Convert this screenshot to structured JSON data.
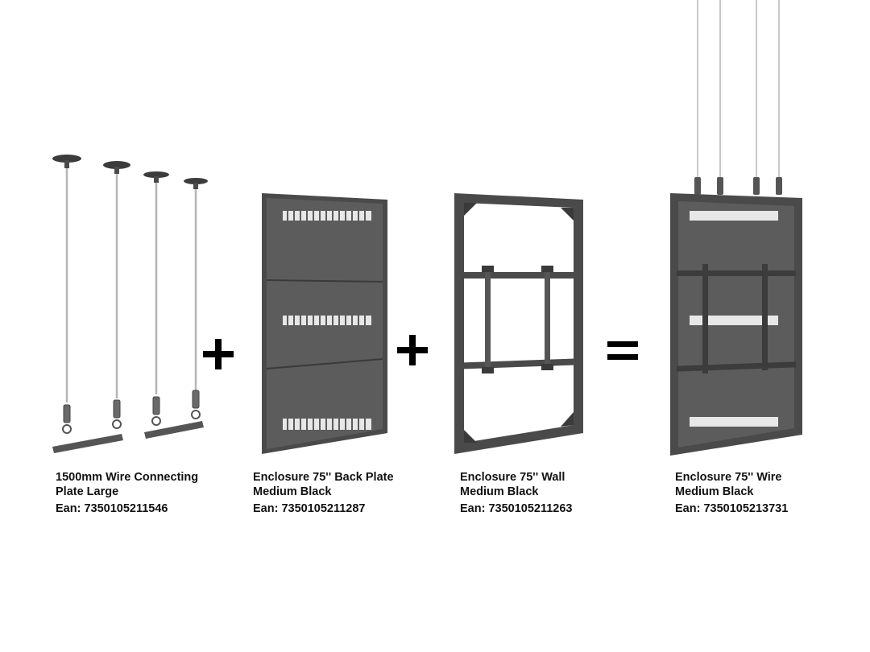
{
  "colors": {
    "metal": "#5a5a5a",
    "metal_dark": "#3c3c3c",
    "frame": "#4a4a4a",
    "wire": "#b5b5b5",
    "vent": "#ffffff",
    "text": "#111111"
  },
  "operators": [
    "+",
    "+",
    "="
  ],
  "products": [
    {
      "line1": "1500mm Wire Connecting",
      "line2": "Plate Large",
      "ean": "Ean: 7350105211546"
    },
    {
      "line1": "Enclosure 75'' Back Plate",
      "line2": "Medium Black",
      "ean": "Ean: 7350105211287"
    },
    {
      "line1": "Enclosure 75'' Wall",
      "line2": "Medium Black",
      "ean": "Ean: 7350105211263"
    },
    {
      "line1": "Enclosure 75'' Wire",
      "line2": "Medium Black",
      "ean": "Ean: 7350105213731"
    }
  ]
}
